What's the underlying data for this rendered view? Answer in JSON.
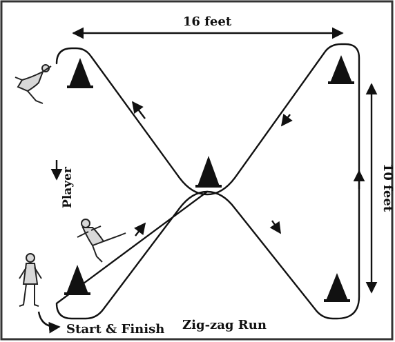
{
  "diagram": {
    "width_label": "16 feet",
    "height_label": "10 feet",
    "player_label": "Player",
    "start_label": "Start & Finish",
    "title_label": "Zig-zag Run",
    "colors": {
      "ink": "#111111",
      "frame": "#333333",
      "background": "#ffffff",
      "figure": "#cfcfcf"
    }
  }
}
